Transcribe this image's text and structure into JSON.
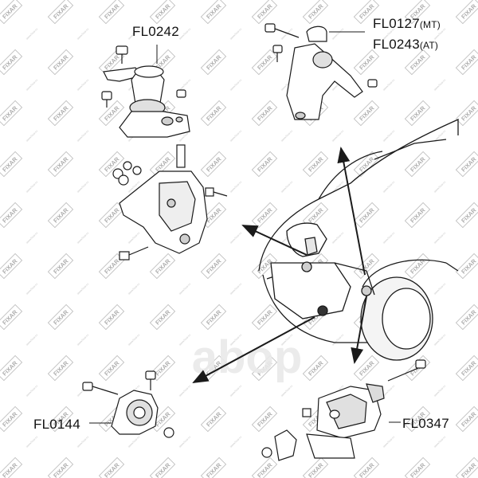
{
  "labels": {
    "fl0242": "FL0242",
    "fl0127": {
      "code": "FL0127",
      "suffix": "(MT)"
    },
    "fl0243": {
      "code": "FL0243",
      "suffix": "(AT)"
    },
    "fl0144": "FL0144",
    "fl0347": "FL0347"
  },
  "watermark": {
    "text": "FIXAR",
    "color": "#8a8a8a"
  },
  "logo": {
    "text": "abop",
    "color": "#e6e6e6"
  },
  "colors": {
    "line": "#1a1a1a",
    "fill": "#ffffff",
    "shade": "#dcdcdc"
  }
}
